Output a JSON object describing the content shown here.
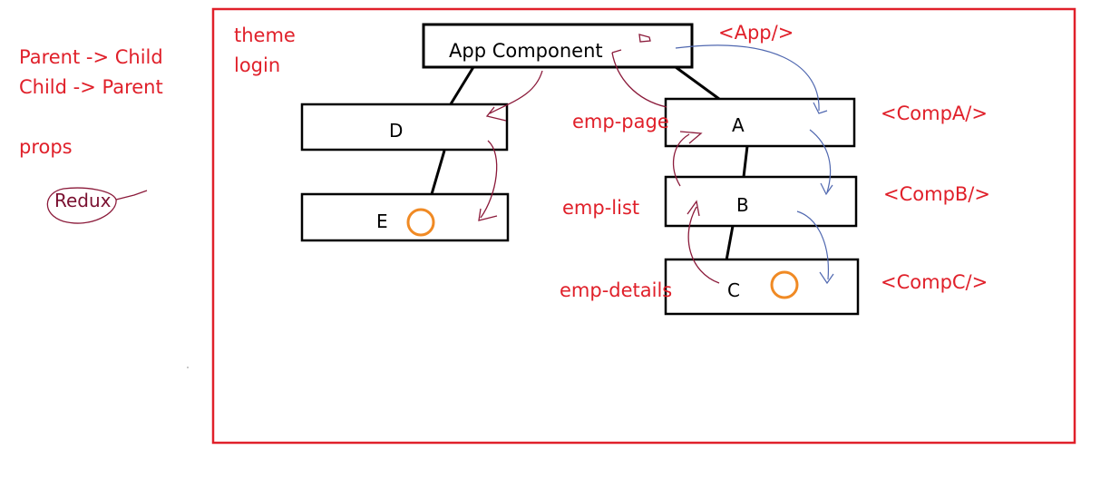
{
  "notes": {
    "parent_child": "Parent -> Child",
    "child_parent": "Child -> Parent",
    "props": "props",
    "redux": "Redux"
  },
  "context": {
    "theme": "theme",
    "login": "login"
  },
  "nodes": {
    "app": "App Component",
    "d": "D",
    "e": "E",
    "a": "A",
    "b": "B",
    "c": "C"
  },
  "tags": {
    "app": "<App/>",
    "comp_a": "<CompA/>",
    "comp_b": "<CompB/>",
    "comp_c": "<CompC/>"
  },
  "pages": {
    "emp_page": "emp-page",
    "emp_list": "emp-list",
    "emp_details": "emp-details"
  },
  "colors": {
    "red": "#e0202a",
    "black": "#000000",
    "maroon": "#8b1a3a",
    "blue": "#5068b0",
    "orange": "#f08a24"
  }
}
